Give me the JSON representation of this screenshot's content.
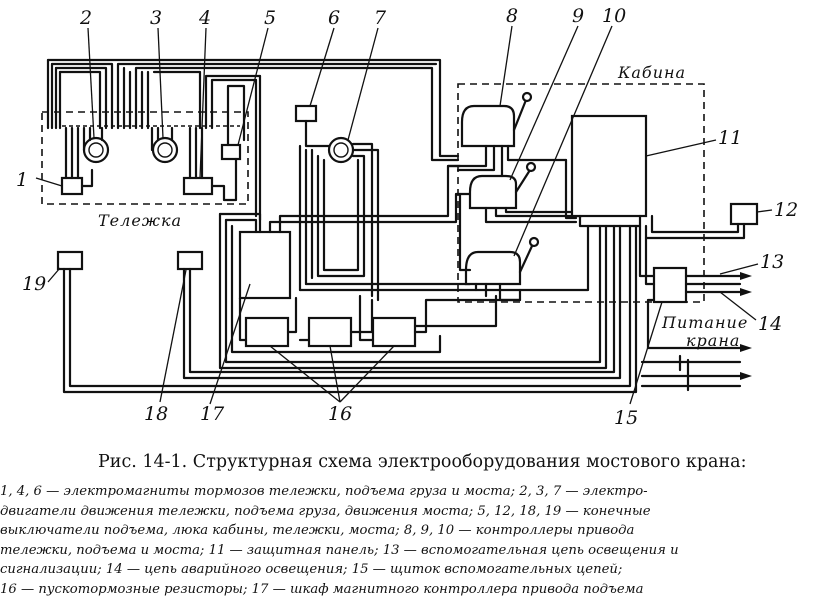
{
  "diagram": {
    "numbers": [
      "1",
      "2",
      "3",
      "4",
      "5",
      "6",
      "7",
      "8",
      "9",
      "10",
      "11",
      "12",
      "13",
      "14",
      "15",
      "16",
      "17",
      "18",
      "19"
    ],
    "labels": {
      "trolley": "Тележка",
      "cabin": "Кабина",
      "power_line1": "Питание",
      "power_line2": "крана"
    }
  },
  "caption": {
    "title": "Рис. 14-1. Структурная схема электрооборудования мостового крана:",
    "legend_lines": [
      "1, 4, 6 — электромагниты тормозов тележки, подъема груза и моста; 2, 3, 7 — электро-",
      "двигатели движения тележки, подъема груза, движения моста; 5, 12, 18, 19 — конечные",
      "выключатели подъема, люка кабины, тележки, моста; 8, 9, 10 — контроллеры привода",
      "тележки, подъема и моста; 11 — защитная панель; 13 — вспомогательная цепь освещения и",
      "сигнализации; 14 — цепь аварийного освещения; 15 — щиток вспомогательных цепей;",
      "16 — пускотормозные резисторы; 17 — шкаф магнитного контроллера привода подъема"
    ]
  }
}
